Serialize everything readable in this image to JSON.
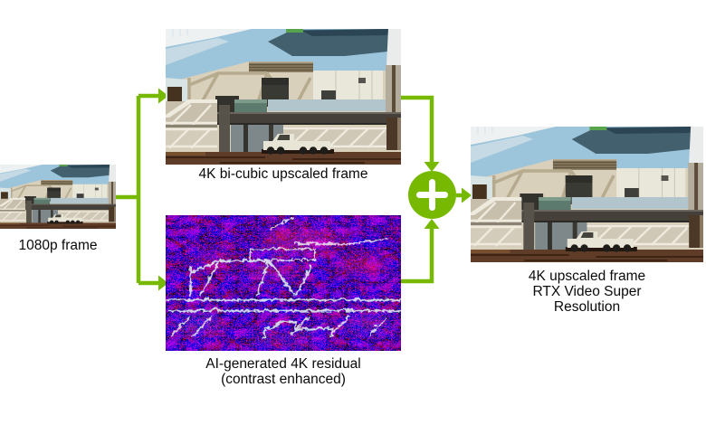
{
  "diagram": {
    "accent_green": "#76b900",
    "nodes": {
      "input": {
        "label": "1080p frame"
      },
      "bicubic": {
        "label": "4K bi-cubic upscaled frame"
      },
      "residual": {
        "label_line1": "AI-generated 4K residual",
        "label_line2": "(contrast enhanced)"
      },
      "output": {
        "label_line1": "4K upscaled frame",
        "label_line2": "RTX Video Super",
        "label_line3": "Resolution"
      }
    },
    "operator": {
      "symbol": "+"
    }
  }
}
